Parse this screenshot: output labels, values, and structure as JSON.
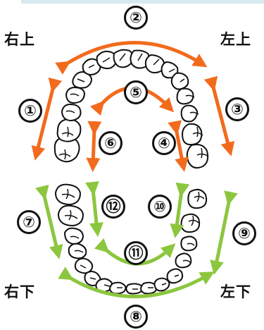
{
  "quadrants": {
    "upper_right": "右上",
    "upper_left": "左上",
    "lower_right": "右下",
    "lower_left": "左下"
  },
  "regions": [
    {
      "id": 1,
      "label": "①",
      "color": "#f26b1d"
    },
    {
      "id": 2,
      "label": "②",
      "color": "#f26b1d"
    },
    {
      "id": 3,
      "label": "③",
      "color": "#f26b1d"
    },
    {
      "id": 4,
      "label": "④",
      "color": "#f26b1d"
    },
    {
      "id": 5,
      "label": "⑤",
      "color": "#f26b1d"
    },
    {
      "id": 6,
      "label": "⑥",
      "color": "#f26b1d"
    },
    {
      "id": 7,
      "label": "⑦",
      "color": "#8cc63f"
    },
    {
      "id": 8,
      "label": "⑧",
      "color": "#8cc63f"
    },
    {
      "id": 9,
      "label": "⑨",
      "color": "#8cc63f"
    },
    {
      "id": 10,
      "label": "⑩",
      "color": "#8cc63f"
    },
    {
      "id": 11,
      "label": "⑪",
      "color": "#8cc63f"
    },
    {
      "id": 12,
      "label": "⑫",
      "color": "#8cc63f"
    }
  ],
  "colors": {
    "upper_arrows": "#f26b1d",
    "lower_arrows": "#8cc63f",
    "top_bar": "#d6eaf0",
    "tooth_outline": "#111111"
  }
}
